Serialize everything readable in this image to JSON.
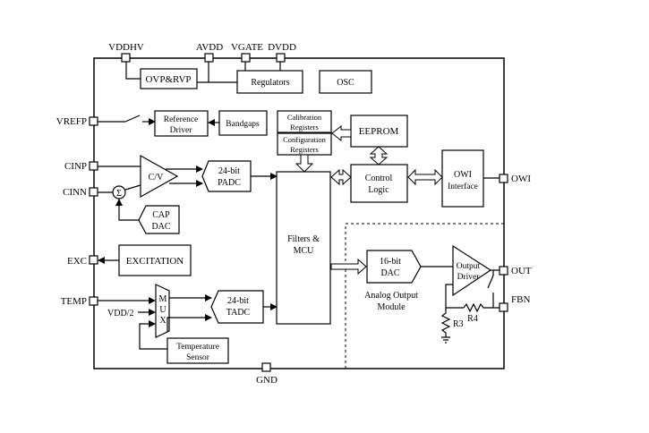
{
  "pins": {
    "vddhv": "VDDHV",
    "avdd": "AVDD",
    "vgate": "VGATE",
    "dvdd": "DVDD",
    "vrefp": "VREFP",
    "cinp": "CINP",
    "cinn": "CINN",
    "exc": "EXC",
    "temp": "TEMP",
    "vdd_half": "VDD/2",
    "gnd": "GND",
    "owi": "OWI",
    "out": "OUT",
    "fbn": "FBN"
  },
  "blocks": {
    "ovp_rvp": "OVP&RVP",
    "regulators": "Regulators",
    "osc": "OSC",
    "reference_driver": [
      "Reference",
      "Driver"
    ],
    "bandgaps": "Bandgaps",
    "calibration_registers": [
      "Calibration",
      "Registers"
    ],
    "configuration_registers": [
      "Configuration",
      "Registers"
    ],
    "eeprom": "EEPROM",
    "cv": "C/V",
    "sigma": "Σ",
    "padc": [
      "24-bit",
      "PADC"
    ],
    "cap_dac": [
      "CAP",
      "DAC"
    ],
    "filters_mcu": [
      "Filters &",
      "MCU"
    ],
    "control_logic": [
      "Control",
      "Logic"
    ],
    "owi_interface": [
      "OWI",
      "Interface"
    ],
    "excitation": "EXCITATION",
    "mux": [
      "M",
      "U",
      "X"
    ],
    "tadc": [
      "24-bit",
      "TADC"
    ],
    "temperature_sensor": [
      "Temperature",
      "Sensor"
    ],
    "dac16": [
      "16-bit",
      "DAC"
    ],
    "output_driver": [
      "Output",
      "Driver"
    ],
    "analog_output_module": [
      "Analog Output",
      "Module"
    ],
    "r3": "R3",
    "r4": "R4"
  }
}
